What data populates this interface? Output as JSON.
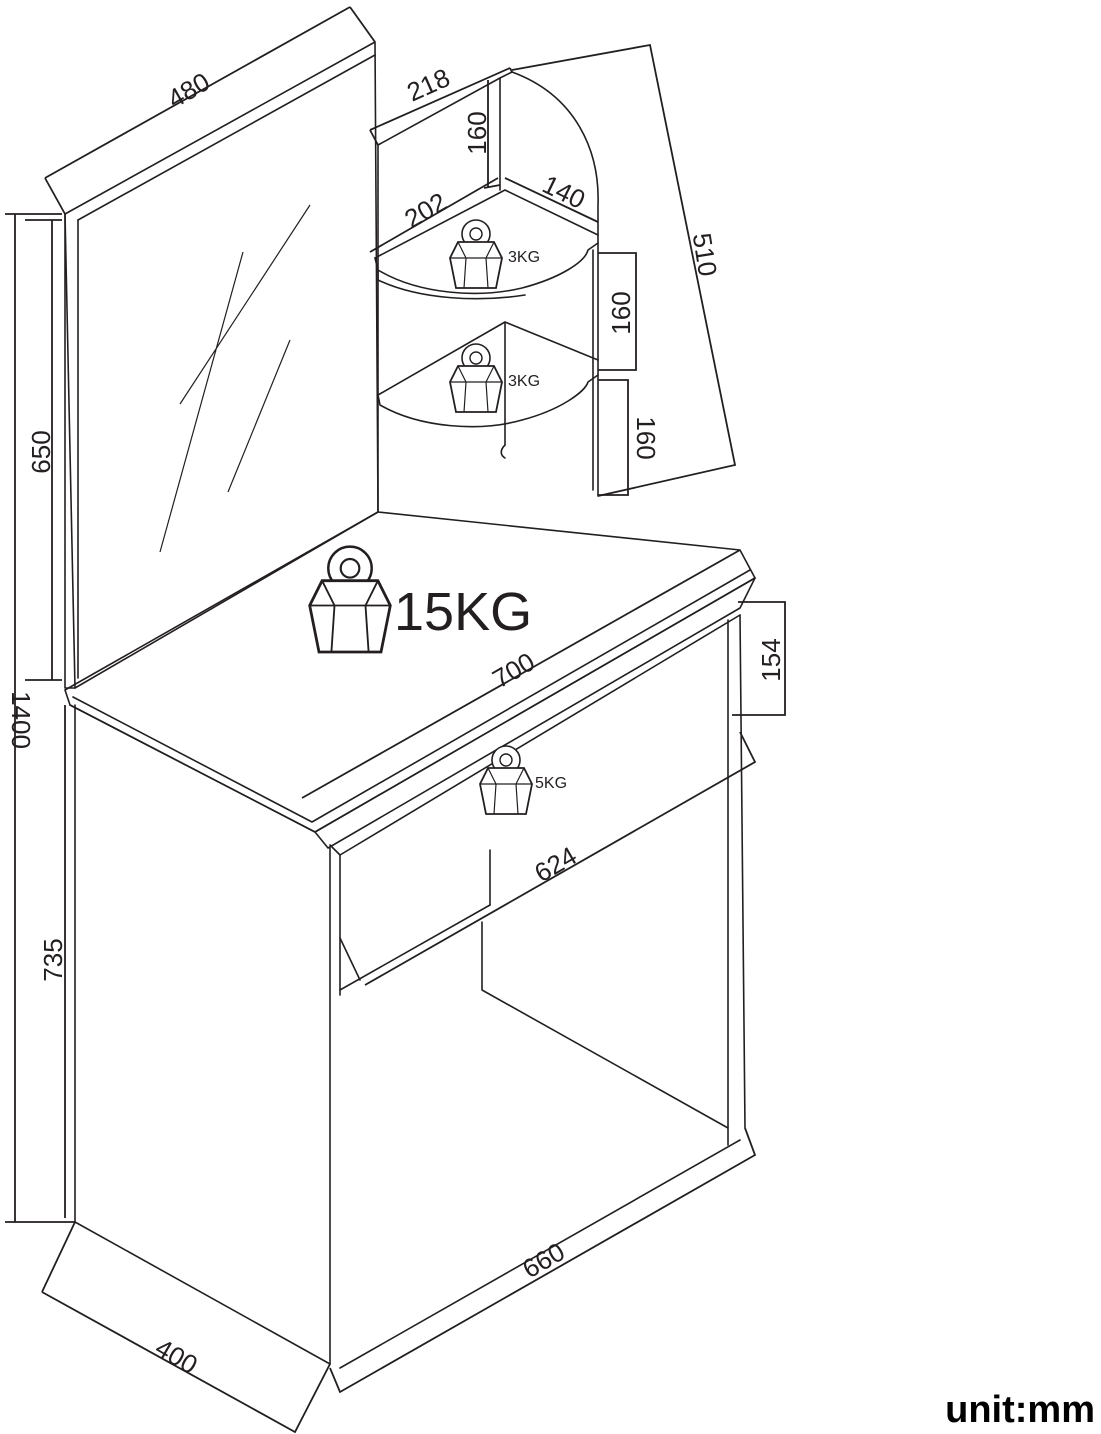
{
  "dimensions": {
    "mirror_width": "480",
    "shelf_unit_depth": "218",
    "top_shelf_gap": "160",
    "shelf_depth": "202",
    "shelf_width": "140",
    "shelf_unit_height": "510",
    "shelf_gap_1": "160",
    "shelf_gap_2": "160",
    "mirror_height": "650",
    "total_height": "1400",
    "drawer_height": "154",
    "table_width": "700",
    "inner_width": "624",
    "table_height": "735",
    "base_width": "660",
    "base_depth": "400"
  },
  "loads": {
    "shelf_upper": "3KG",
    "shelf_lower": "3KG",
    "tabletop": "15KG",
    "drawer": "5KG"
  },
  "unit_label": "unit:mm"
}
